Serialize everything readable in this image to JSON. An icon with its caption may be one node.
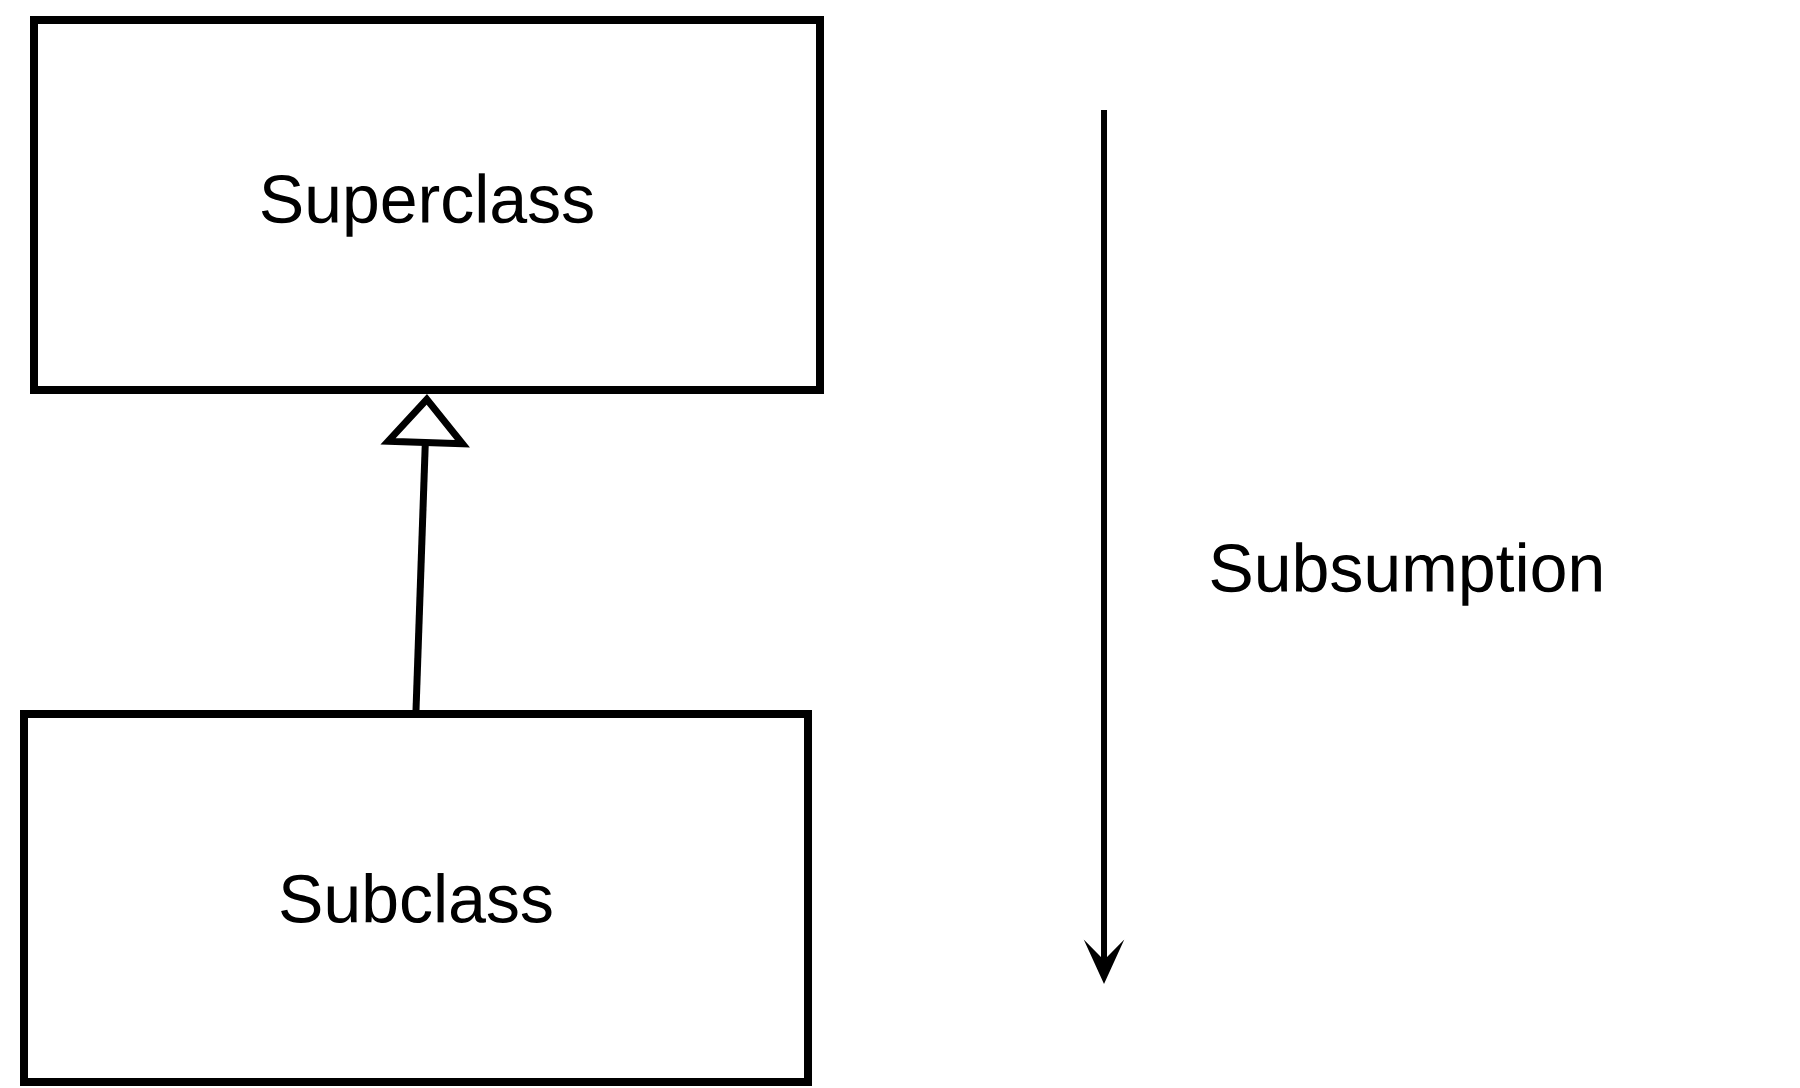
{
  "diagram": {
    "nodes": [
      {
        "text": [
          "Superclass"
        ]
      },
      {
        "text": [
          "Subclass"
        ]
      }
    ],
    "edges": [
      {
        "from": 1,
        "to": 0,
        "arrow": "to"
      }
    ],
    "labels": [
      "Subsumption"
    ]
  }
}
